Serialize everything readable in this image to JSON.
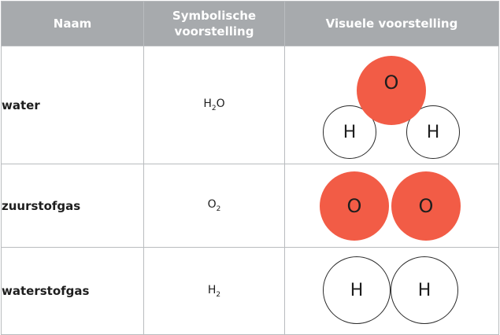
{
  "headers": {
    "name": "Naam",
    "symbolic": "Symbolische voorstelling",
    "visual": "Visuele voorstelling"
  },
  "rows": [
    {
      "name": "water",
      "formula": [
        {
          "symbol": "H",
          "subscript": "2"
        },
        {
          "symbol": "O",
          "subscript": ""
        }
      ],
      "atoms": [
        "O",
        "H",
        "H"
      ]
    },
    {
      "name": "zuurstofgas",
      "formula": [
        {
          "symbol": "O",
          "subscript": "2"
        }
      ],
      "atoms": [
        "O",
        "O"
      ]
    },
    {
      "name": "waterstofgas",
      "formula": [
        {
          "symbol": "H",
          "subscript": "2"
        }
      ],
      "atoms": [
        "H",
        "H"
      ]
    }
  ],
  "colors": {
    "header_background": "#a7aaad",
    "oxygen_atom": "#f25c46",
    "hydrogen_atom": "#ffffff",
    "grid_line": "#b9bcbf"
  }
}
